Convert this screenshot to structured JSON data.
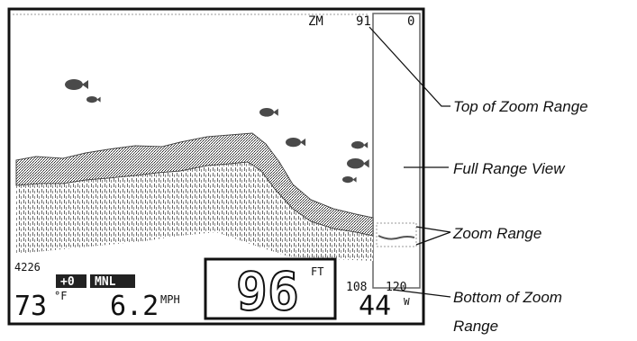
{
  "screen": {
    "zoom_indicator": "ZM",
    "range_top_value": "91",
    "full_range_top": "0",
    "digital_readout": "4226",
    "status_badges": [
      "+0",
      "MNL"
    ],
    "temperature": {
      "value": "73",
      "unit": "°F"
    },
    "speed": {
      "value": "6.2",
      "unit": "MPH"
    },
    "depth": {
      "value": "96",
      "unit": "FT"
    },
    "zoom_range_bottom_values": [
      "108",
      "120"
    ],
    "bottom_right_value": "44",
    "bottom_right_unit": "W"
  },
  "callouts": {
    "top_of_zoom": "Top of Zoom Range",
    "full_range": "Full Range View",
    "zoom_range": "Zoom Range",
    "bottom_of_zoom_line1": "Bottom of Zoom",
    "bottom_of_zoom_line2": "Range"
  },
  "colors": {
    "ink": "#111111",
    "sonar": "#555555",
    "fish": "#4a4a4a"
  },
  "icons": [
    "fish-icon"
  ]
}
